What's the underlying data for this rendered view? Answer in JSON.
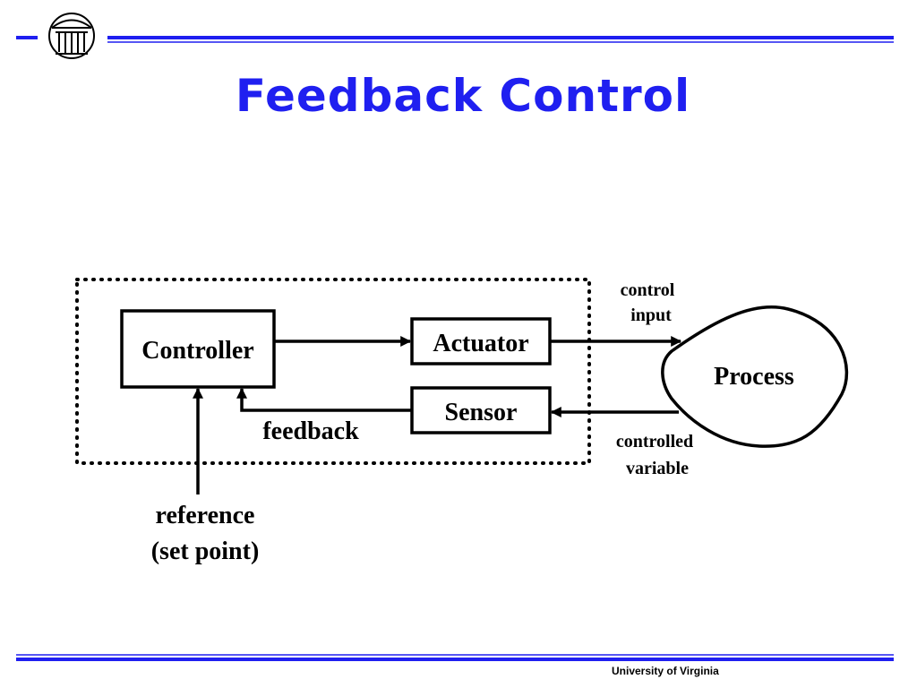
{
  "slide": {
    "title": "Feedback Control",
    "footer": "University of Virginia"
  },
  "diagram": {
    "blocks": {
      "controller": "Controller",
      "actuator": "Actuator",
      "sensor": "Sensor",
      "process": "Process"
    },
    "labels": {
      "control_input_line1": "control",
      "control_input_line2": "input",
      "controlled_variable_line1": "controlled",
      "controlled_variable_line2": "variable",
      "feedback": "feedback",
      "reference_line1": "reference",
      "reference_line2": "(set point)"
    }
  },
  "colors": {
    "title": "#1f1ff0",
    "rule": "#1f1ff0",
    "lines": "#000000"
  },
  "icons": {
    "logo": "rotunda-logo-icon"
  }
}
